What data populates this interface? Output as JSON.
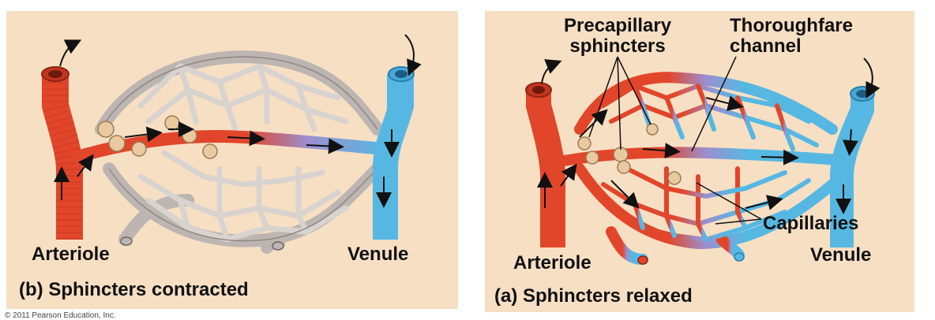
{
  "panel_b": {
    "caption": "(b) Sphincters contracted",
    "arteriole_label": "Arteriole",
    "venule_label": "Venule"
  },
  "panel_a": {
    "caption": "(a) Sphincters relaxed",
    "arteriole_label": "Arteriole",
    "venule_label": "Venule",
    "precapillary_line1": "Precapillary",
    "precapillary_line2": "sphincters",
    "thoroughfare_line1": "Thoroughfare",
    "thoroughfare_line2": "channel",
    "capillaries_label": "Capillaries"
  },
  "footer": {
    "copyright": "© 2011 Pearson Education, Inc."
  },
  "colors": {
    "background": "#f7dfc4",
    "arteriole": "#e2462a",
    "venule": "#56b8e2",
    "capillary_empty": "#cfc8c4",
    "sphincter": "#e8c9a0"
  }
}
